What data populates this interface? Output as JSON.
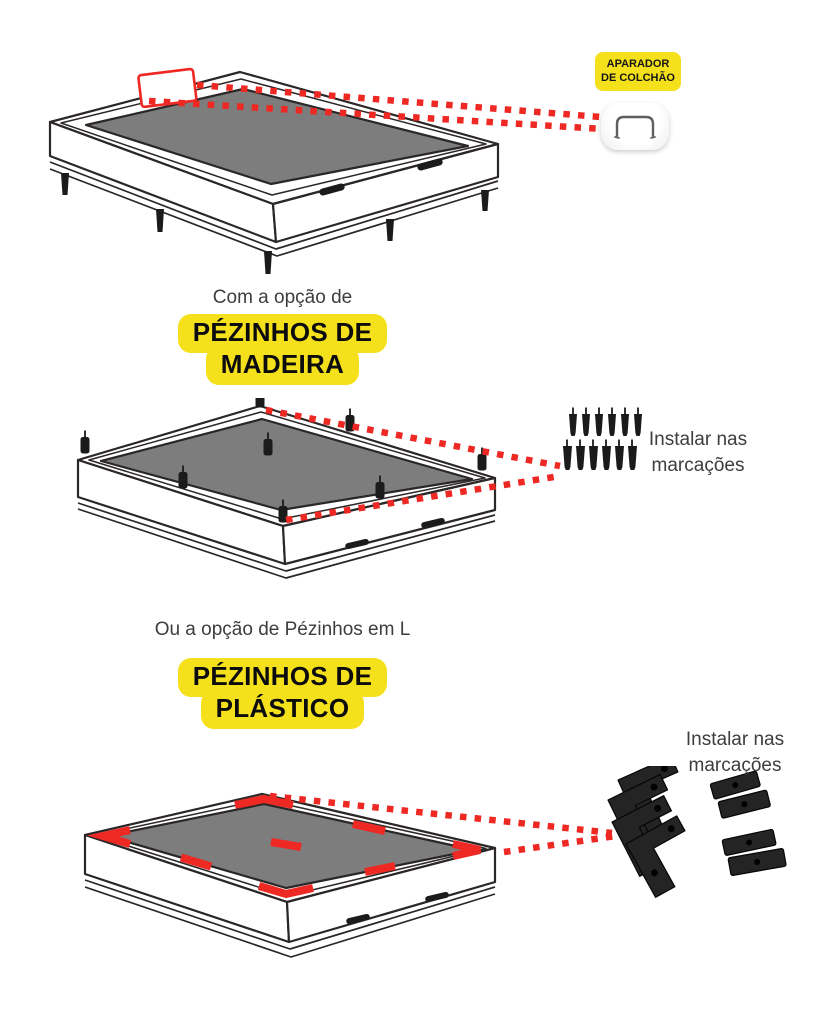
{
  "colors": {
    "accent_red": "#EE2823",
    "highlight_yellow": "#F5E01C",
    "bed_gray": "#7D7D7D",
    "outline_dark": "#2B2727",
    "text_gray": "#3D3D3D"
  },
  "callout": {
    "badge_line1": "APARADOR",
    "badge_line2": "DE COLCHÃO"
  },
  "section_madeira": {
    "intro": "Com a opção de",
    "chip_line1": "PÉZINHOS DE",
    "chip_line2": "MADEIRA",
    "note_line1": "Instalar nas",
    "note_line2": "marcações"
  },
  "section_plastico": {
    "intro": "Ou a opção de Pézinhos em L",
    "chip_line1": "PÉZINHOS DE",
    "chip_line2": "PLÁSTICO",
    "note_line1": "Instalar nas",
    "note_line2": "marcações"
  },
  "illustrations": {
    "top_bed": "bed-base-with-mattress-holder",
    "holder_piece": "mattress-holder-clip",
    "middle_bed": "bed-base-upside-down-with-wooden-pegs",
    "wooden_feet": "wooden-feet-set",
    "bottom_bed": "bed-base-upside-down-with-corner-marks",
    "plastic_feet": "plastic-l-feet-set"
  }
}
